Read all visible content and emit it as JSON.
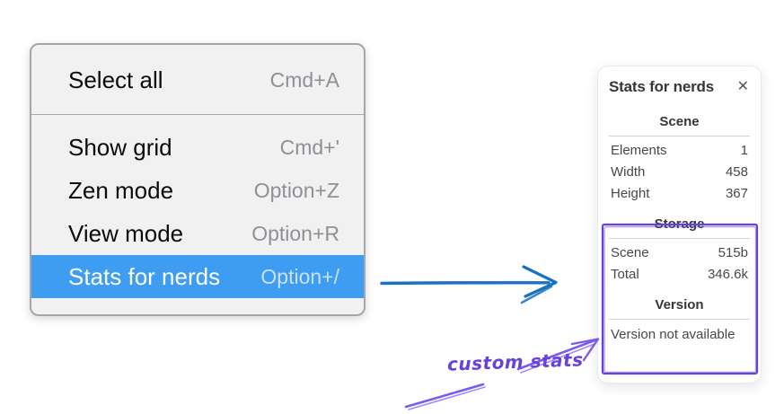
{
  "menu": {
    "groups": [
      {
        "items": [
          {
            "label": "Select all",
            "shortcut": "Cmd+A"
          }
        ]
      },
      {
        "items": [
          {
            "label": "Show grid",
            "shortcut": "Cmd+'"
          },
          {
            "label": "Zen mode",
            "shortcut": "Option+Z"
          },
          {
            "label": "View mode",
            "shortcut": "Option+R"
          },
          {
            "label": "Stats for nerds",
            "shortcut": "Option+/",
            "highlighted": true
          }
        ]
      }
    ],
    "highlight_color": "#3e9cf1"
  },
  "panel": {
    "title": "Stats for nerds",
    "close_glyph": "✕",
    "sections": [
      {
        "heading": "Scene",
        "rows": [
          {
            "label": "Elements",
            "value": "1"
          },
          {
            "label": "Width",
            "value": "458"
          },
          {
            "label": "Height",
            "value": "367"
          }
        ]
      },
      {
        "heading": "Storage",
        "rows": [
          {
            "label": "Scene",
            "value": "515b"
          },
          {
            "label": "Total",
            "value": "346.6k"
          }
        ]
      },
      {
        "heading": "Version",
        "note": "Version not available"
      }
    ]
  },
  "annotation": {
    "label": "custom stats",
    "color": "#6741d9"
  },
  "arrow": {
    "color": "#1971c2"
  }
}
